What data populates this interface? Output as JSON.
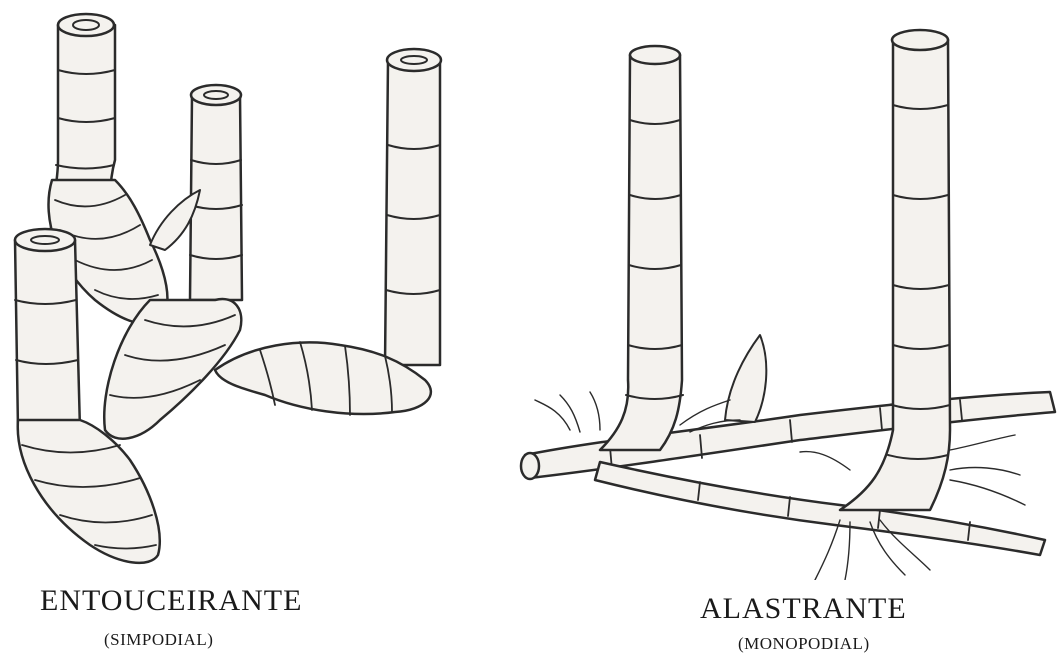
{
  "left_panel": {
    "title": "ENTOUCEIRANTE",
    "subtitle": "(SIMPODIAL)"
  },
  "right_panel": {
    "title": "ALASTRANTE",
    "subtitle": "(MONOPODIAL)"
  },
  "colors": {
    "ink": "#2b2b2b",
    "paper": "#ffffff",
    "stem_fill": "#f4f2ee"
  }
}
